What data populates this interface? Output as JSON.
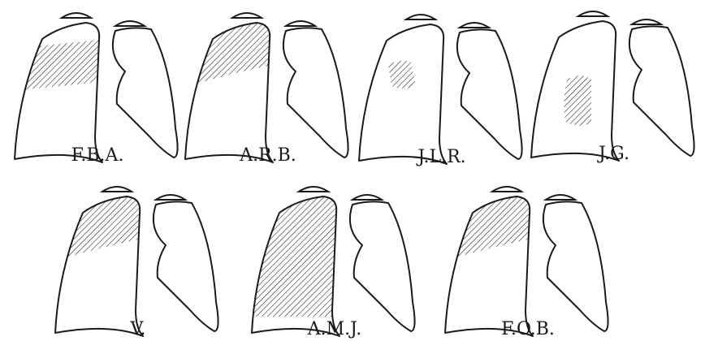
{
  "patients": [
    {
      "label": "F.B.A.",
      "shading": "band",
      "apex_shaded": false
    },
    {
      "label": "A.R.B.",
      "shading": "upper",
      "apex_shaded": true
    },
    {
      "label": "J.L.R.",
      "shading": "spot-upper",
      "apex_shaded": false
    },
    {
      "label": "J.G.",
      "shading": "spot-middle",
      "apex_shaded": false
    },
    {
      "label": "V.",
      "shading": "upper",
      "apex_shaded": true
    },
    {
      "label": "A.M.J.",
      "shading": "full",
      "apex_shaded": true
    },
    {
      "label": "F.O.B.",
      "shading": "upper",
      "apex_shaded": true
    }
  ],
  "colors": {
    "ink": "#1a1a1a",
    "paper": "#ffffff"
  }
}
